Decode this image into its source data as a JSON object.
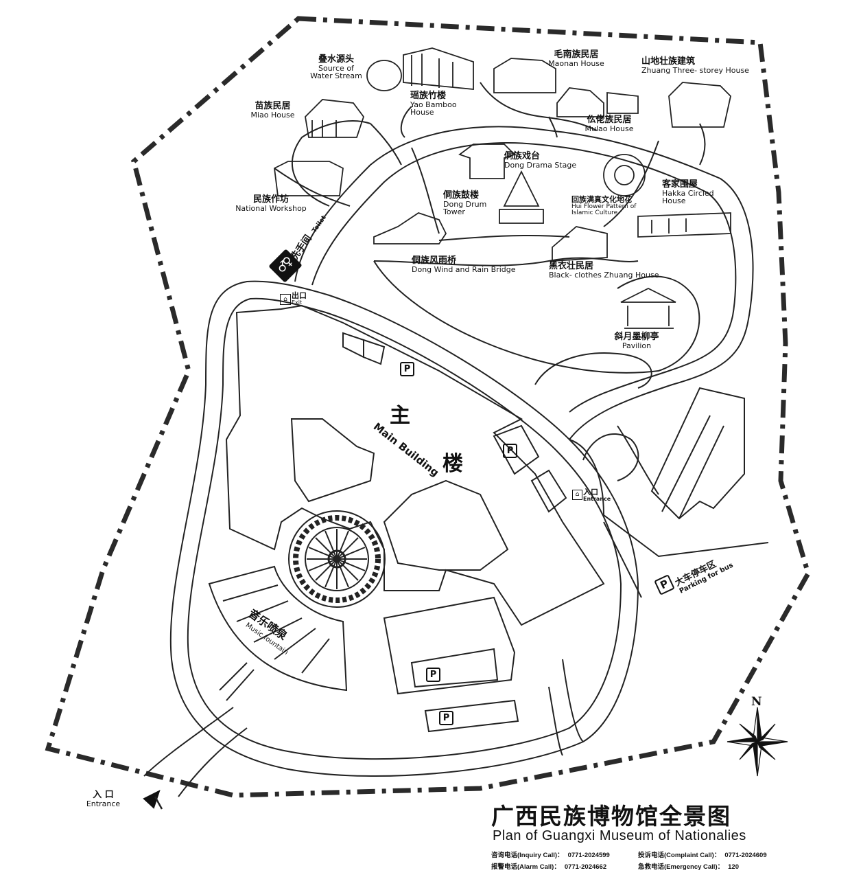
{
  "title": {
    "cn": "广西民族博物馆全景图",
    "en": "Plan of Guangxi Museum of Nationalies"
  },
  "contacts": [
    {
      "label": "咨询电话(Inquiry Call)：",
      "phone": "0771-2024599"
    },
    {
      "label": "投诉电话(Complaint Call)：",
      "phone": "0771-2024609"
    },
    {
      "label": "报警电话(Alarm Call)：",
      "phone": "0771-2024662"
    },
    {
      "label": "急救电话(Emergency Call)：",
      "phone": "120"
    }
  ],
  "places": {
    "water_source": {
      "cn": "叠水源头",
      "en1": "Source of",
      "en2": "Water Stream"
    },
    "yao": {
      "cn": "瑶族竹楼",
      "en1": "Yao Bamboo",
      "en2": "House"
    },
    "maonan": {
      "cn": "毛南族民居",
      "en": "Maonan House"
    },
    "zhuang_three": {
      "cn": "山地壮族建筑",
      "en": "Zhuang Three- storey House"
    },
    "miao": {
      "cn": "苗族民居",
      "en": "Miao House"
    },
    "mulao": {
      "cn": "仫佬族民居",
      "en": "Mulao House"
    },
    "dong_drama": {
      "cn": "侗族戏台",
      "en": "Dong Drama Stage"
    },
    "workshop": {
      "cn": "民族作坊",
      "en": "National  Workshop"
    },
    "dong_drum": {
      "cn": "侗族鼓楼",
      "en1": "Dong Drum",
      "en2": "Tower"
    },
    "hui": {
      "cn": "回族满真文化地花",
      "en1": "Hui Flower  Pattern  of",
      "en2": "Islamic  Culture"
    },
    "hakka": {
      "cn": "客家围屋",
      "en1": "Hakka Circled",
      "en2": "House"
    },
    "dong_bridge": {
      "cn": "侗族风雨桥",
      "en": "Dong Wind and Rain Bridge"
    },
    "black_zhuang": {
      "cn": "黑衣壮民居",
      "en": "Black- clothes Zhuang House"
    },
    "pavilion": {
      "cn": "斜月墨柳亭",
      "en": "Pavilion"
    },
    "toilet": {
      "cn": "洗手间",
      "en": "Toilet"
    },
    "exit": {
      "cn": "出口",
      "en": "Exit"
    },
    "entrance_east": {
      "cn": "入口",
      "en": "Entrance"
    },
    "entrance_sw": {
      "cn": "入 口",
      "en": "Entrance"
    },
    "main_building": {
      "cn1": "主",
      "cn2": "楼",
      "en": "Main Building"
    },
    "music_fountain": {
      "cn": "音乐喷泉",
      "en": "Music fountain"
    },
    "bus_parking": {
      "cn": "大车停车区",
      "en": "Parking for bus"
    }
  },
  "parking_symbol": "P",
  "north": "N",
  "icons": [
    "parking-icon",
    "exit-icon",
    "entrance-icon",
    "toilet-icon",
    "compass-icon",
    "entrance-arrow-icon"
  ]
}
